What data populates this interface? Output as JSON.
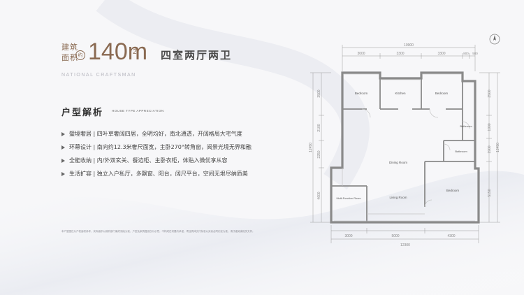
{
  "header": {
    "area_label_line1": "建筑",
    "area_label_line2": "面积",
    "approx": "约",
    "area_value": "140m",
    "area_unit_sup": "2",
    "layout_type": "四室两厅两卫",
    "brand": "NATIONAL CRAFTSMAN"
  },
  "section": {
    "title": "户型解析",
    "subtitle": "HOUSE TYPE APPRECIATION"
  },
  "features": [
    {
      "text": "璧境奢居 | 四叶草奢阔四居，全明均好，南北通透，开阔格局大宅气度"
    },
    {
      "text": "环幕设计 | 南向约12.3米奢尺面宽，主卧270°转角窗，阅景光境无界和融"
    },
    {
      "text": "全能收纳 | 内/外双玄关、餐边柜、主卧衣柜，体贴入微优享从容"
    },
    {
      "text": "生活扩容 | 独立入户私厅，多飘窗、阳台，阔尺平台，空间无垠尽纳质美"
    }
  ],
  "disclaimer": "本户型图仅为产权面积参考，实际面积以政府部门最终测绘为准，户型及家具摆设仅为示意，不构成任何要约承诺，项目具体交付标准以买卖合同约定为准，请仔细阅读相关文件。",
  "plan": {
    "top_dims": {
      "total": "10900",
      "segments": [
        "3000",
        "3300",
        "3300",
        "800",
        "500"
      ]
    },
    "bottom_dims": {
      "total": "12300",
      "segments": [
        "3000",
        "5000",
        "4300"
      ]
    },
    "left_dims": {
      "total": "12450",
      "segments": [
        "3500",
        "2100",
        "2250",
        "4600"
      ]
    },
    "right_dims": {
      "total": "12450",
      "segments": [
        "3500",
        "1900",
        "1900",
        "5150"
      ]
    },
    "rooms": {
      "bedroom_nw": "Bedroom",
      "kitchen": "Kitchen",
      "bedroom_ne": "Bedroom",
      "bathroom_1": "Bathroom",
      "bathroom_2": "Bathroom",
      "dining": "Dining Room",
      "living": "Living Room",
      "multi": "Multi-Function Room",
      "bedroom_master": "Bedroom"
    }
  },
  "colors": {
    "accent": "#8a6a52",
    "wall": "#8a8a8a",
    "text": "#3a3a3a"
  },
  "icons": {
    "compass": "compass-icon",
    "bullet": "triangle-bullet-icon",
    "approx": "approx-badge"
  }
}
